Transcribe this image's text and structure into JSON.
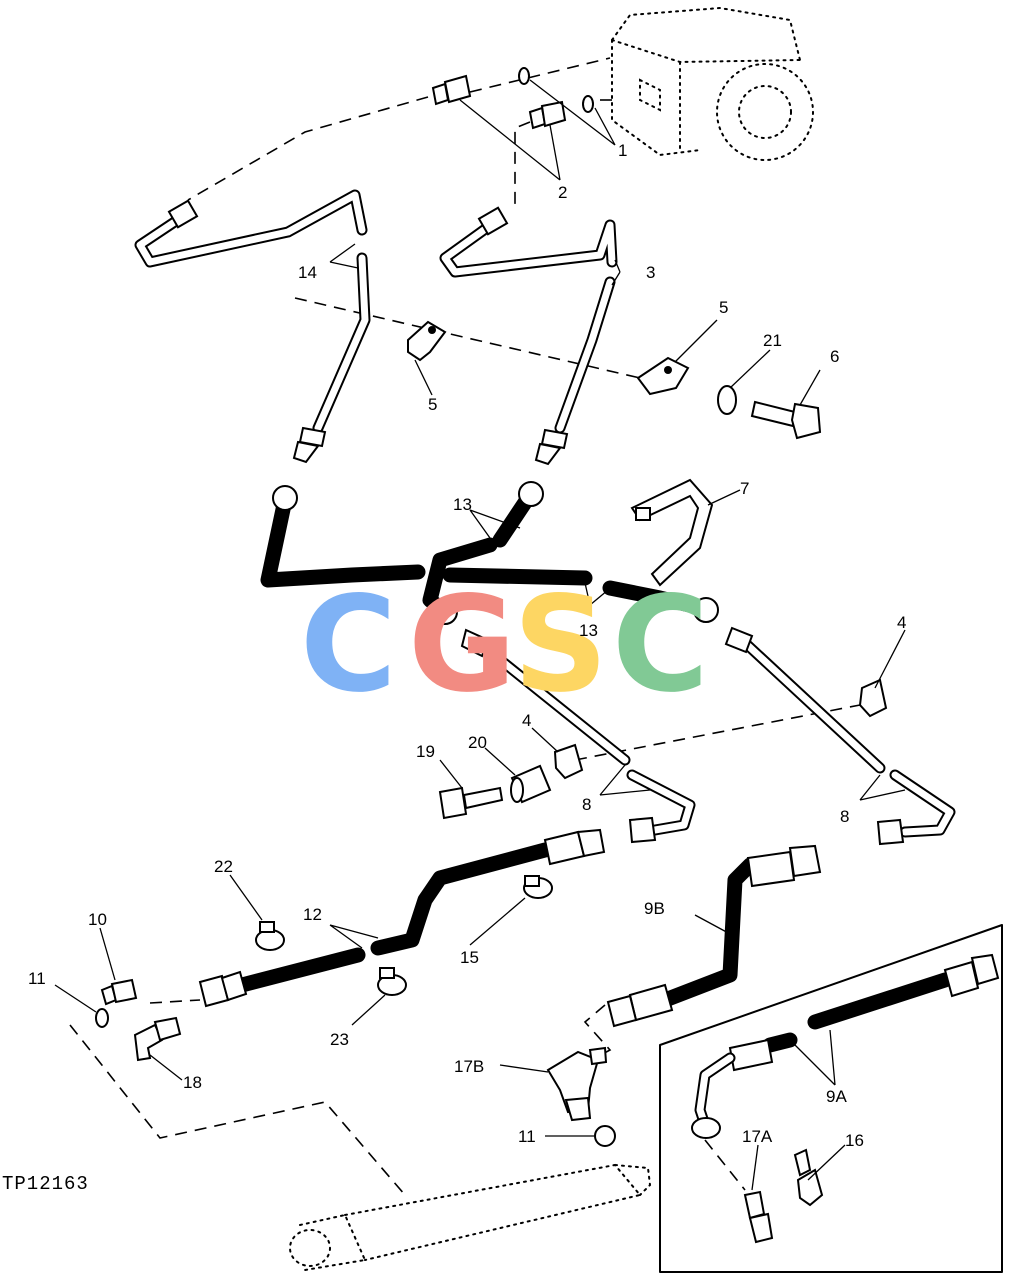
{
  "figure_code": "TP12163",
  "watermark": {
    "letters": [
      "C",
      "G",
      "S",
      "C"
    ],
    "colors": [
      "#7fb2f5",
      "#f28b82",
      "#fdd663",
      "#81c995"
    ]
  },
  "labels": {
    "l1": "1",
    "l2": "2",
    "l3": "3",
    "l4a": "4",
    "l4b": "4",
    "l5a": "5",
    "l5b": "5",
    "l6": "6",
    "l7": "7",
    "l8a": "8",
    "l8b": "8",
    "l9a": "9A",
    "l9b": "9B",
    "l10": "10",
    "l11a": "11",
    "l11b": "11",
    "l12": "12",
    "l13a": "13",
    "l13b": "13",
    "l14": "14",
    "l15": "15",
    "l16": "16",
    "l17a": "17A",
    "l17b": "17B",
    "l18": "18",
    "l19": "19",
    "l20": "20",
    "l21": "21",
    "l22": "22",
    "l23": "23"
  }
}
